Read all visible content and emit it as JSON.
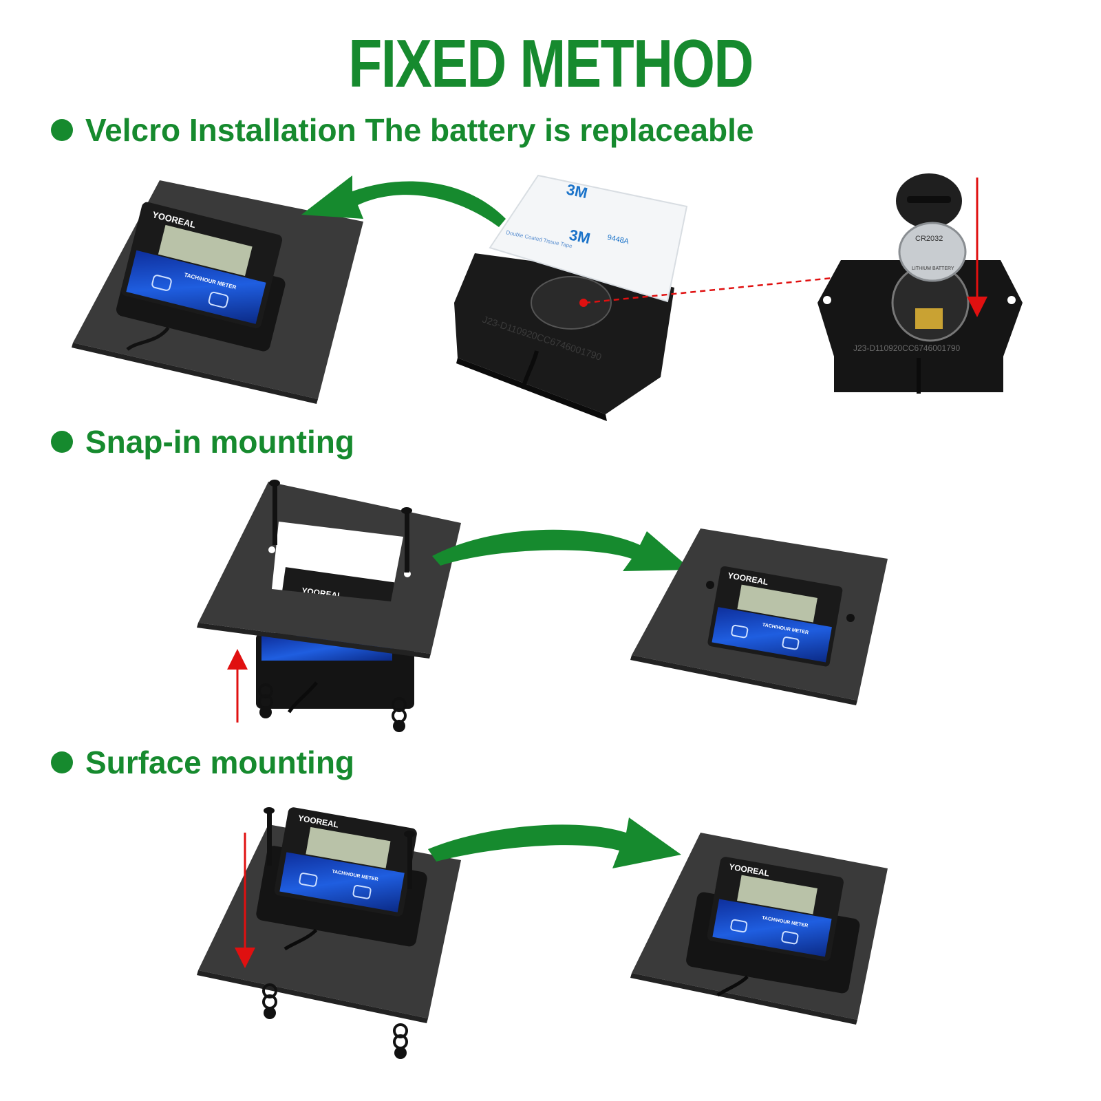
{
  "title": "FIXED METHOD",
  "sections": [
    {
      "label": "Velcro Installation The battery is replaceable"
    },
    {
      "label": "Snap-in mounting"
    },
    {
      "label": "Surface mounting"
    }
  ],
  "device": {
    "brand": "YOOREAL",
    "model_text": "TACH/HOUR METER",
    "serial": "J23-D110920CC6746001790"
  },
  "tape": {
    "brand": "3M",
    "code": "9448A",
    "text": "Double Coated Tissue Tape"
  },
  "battery": {
    "code": "CR2032",
    "text": "LITHIUM BATTERY"
  },
  "colors": {
    "accent_green": "#168a2e",
    "arrow_red": "#e01010",
    "plate": "#3a3a3a",
    "lcd": "#b9c2a8",
    "panel_blue": "#1846c8"
  }
}
